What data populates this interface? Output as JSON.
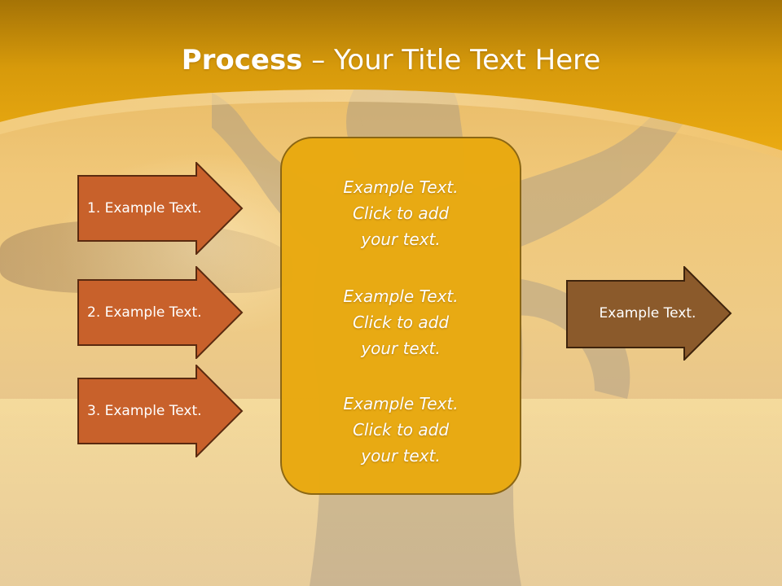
{
  "slide": {
    "title_bold": "Process",
    "title_rest": " – Your Title Text Here",
    "colors": {
      "header_gold": "#e9a70c",
      "header_dark": "#a57306",
      "arrow_rust": "#c8612b",
      "arrow_brown": "#8b5a2b",
      "box_gold": "#e9aa11",
      "text": "#ffffff"
    },
    "left_arrows": [
      {
        "label": "1. Example Text."
      },
      {
        "label": "2. Example Text."
      },
      {
        "label": "3. Example Text."
      }
    ],
    "center_items": [
      {
        "text": "Example Text.\nClick  to add\nyour text."
      },
      {
        "text": "Example Text.\nClick  to add\nyour text."
      },
      {
        "text": "Example Text.\nClick  to add\nyour text."
      }
    ],
    "right_arrow": {
      "label": "Example Text."
    }
  }
}
